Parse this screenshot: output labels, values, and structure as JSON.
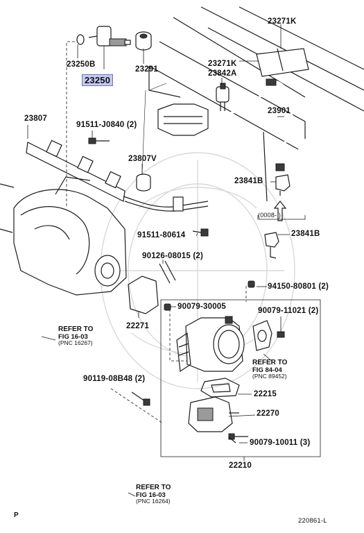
{
  "diagram": {
    "corner_mark": "P",
    "figure_code": "220861-L",
    "highlight_color": "#c7c9f2",
    "labels": {
      "p23271k_top": "23271K",
      "p23271k": "23271K",
      "p23250b": "23250B",
      "p23250": "23250",
      "p23291": "23291",
      "p23842a": "23842A",
      "p23901": "23901",
      "p23807": "23807",
      "p91511_j0840": "91511-J0840 (2)",
      "p23807v": "23807V",
      "p23841b": "23841B",
      "p0008": "(0008-        )",
      "p23841b_2": "23841B",
      "p91511_80614": "91511-80614",
      "p90126": "90126-08015 (2)",
      "p94150": "94150-80801 (2)",
      "p90079_30005": "90079-30005",
      "p90079_11021": "90079-11021 (2)",
      "p22271": "22271",
      "p90119": "90119-08B48 (2)",
      "p22215": "22215",
      "p22270": "22270",
      "p90079_10011": "90079-10011 (3)",
      "p22210": "22210"
    },
    "refs": [
      {
        "refer": "REFER TO",
        "fig": "FIG 16-03",
        "pnc": "(PNC 16267)"
      },
      {
        "refer": "REFER TO",
        "fig": "FIG 84-04",
        "pnc": "(PNC 89452)"
      },
      {
        "refer": "REFER TO",
        "fig": "FIG 16-03",
        "pnc": "(PNC 16264)"
      }
    ]
  }
}
